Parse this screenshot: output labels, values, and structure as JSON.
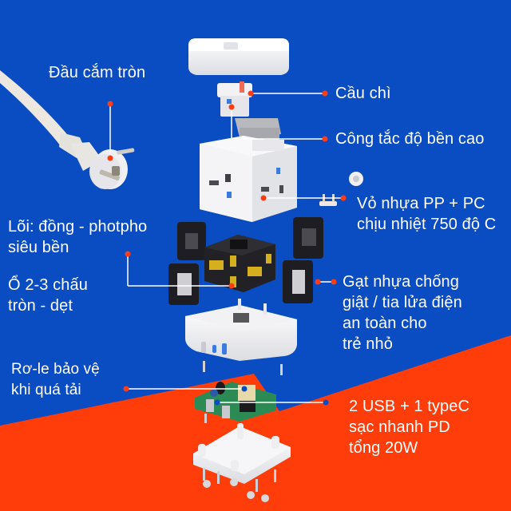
{
  "colors": {
    "background_blue": "#0a4cc2",
    "accent_orange": "#ff3d0a",
    "callout_dot_red": "#ff3d14",
    "callout_dot_blue": "#0a4cc2",
    "text": "#ffffff"
  },
  "callouts": {
    "plug": "Đầu cắm tròn",
    "fuse": "Cầu chì",
    "switch": "Công tắc độ bền cao",
    "shell": "Vỏ nhựa PP + PC\nchịu nhiệt 750 độ C",
    "core": "Lõi: đồng - photpho\nsiêu bền",
    "socket": "Ổ 2-3 chấu\ntròn - dẹt",
    "shutter": "Gạt nhựa chống\ngiật / tia lửa điện\nan toàn cho\ntrẻ nhỏ",
    "relay": "Rơ-le bảo vệ\nkhi quá tải",
    "usb": "2 USB + 1 typeC\nsạc nhanh PD\ntổng 20W"
  },
  "components": [
    {
      "id": "top-cap",
      "name": "Top cap"
    },
    {
      "id": "fuse",
      "name": "Fuse module"
    },
    {
      "id": "switch",
      "name": "Switch bracket"
    },
    {
      "id": "cube-shell",
      "name": "Outer cube shell with universal sockets"
    },
    {
      "id": "copper-core",
      "name": "Copper-phosphor core"
    },
    {
      "id": "shutters",
      "name": "Safety shutters"
    },
    {
      "id": "usb-base",
      "name": "USB port housing"
    },
    {
      "id": "pcb",
      "name": "Charging PCB with relay"
    },
    {
      "id": "bottom-plate",
      "name": "Bottom plate with screws and feet"
    },
    {
      "id": "power-plug",
      "name": "Round pin power plug with cable"
    }
  ]
}
